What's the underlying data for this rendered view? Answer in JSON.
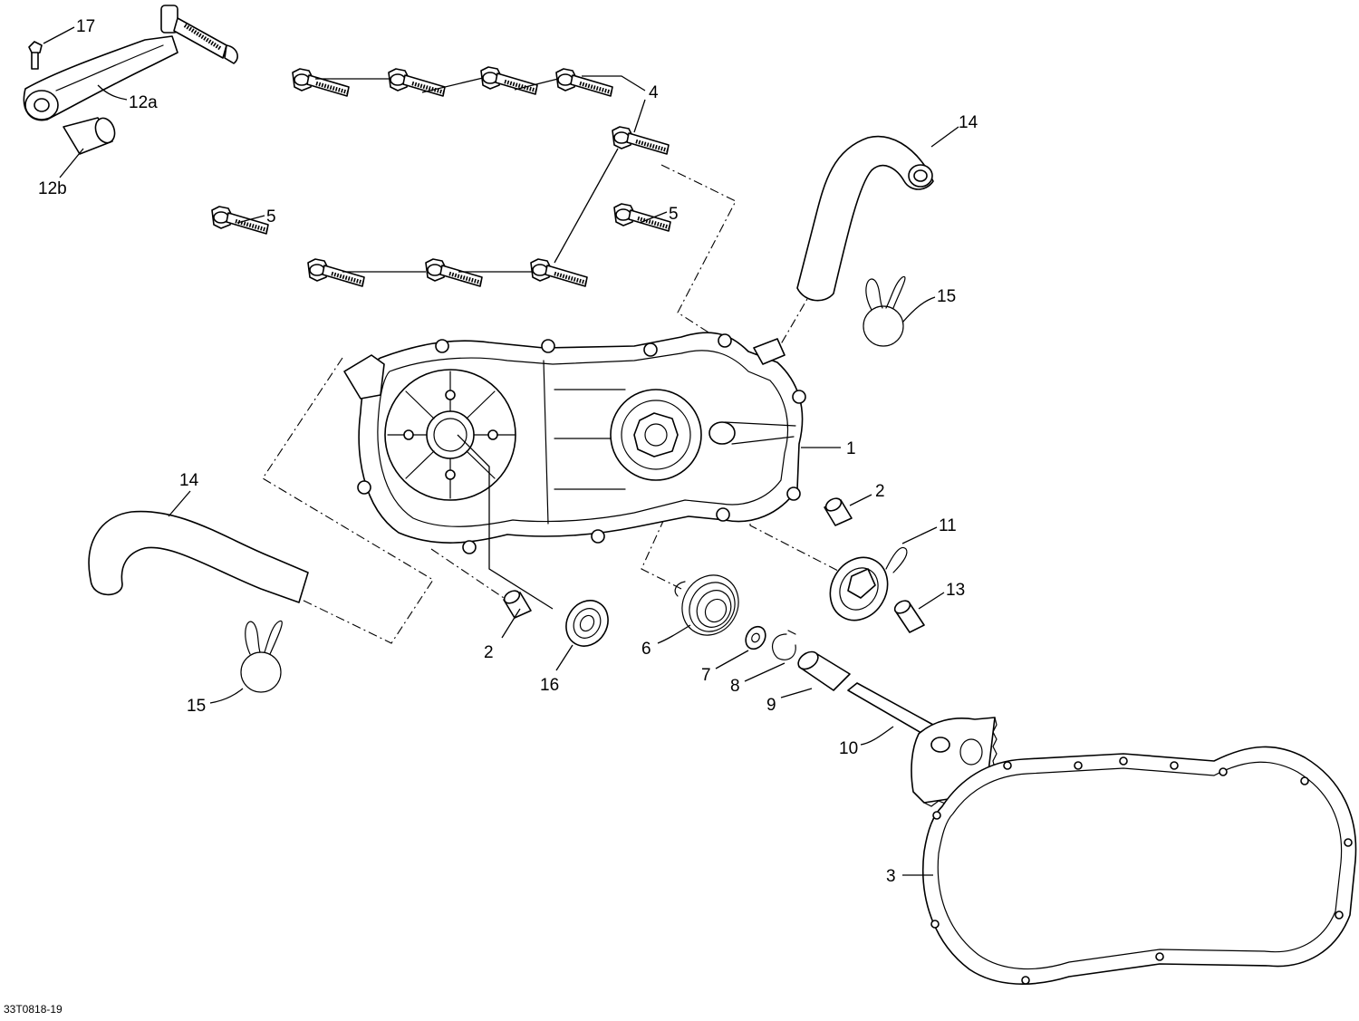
{
  "diagram": {
    "code": "33T0818-19",
    "callouts": {
      "c1": "1",
      "c2a": "2",
      "c2b": "2",
      "c3": "3",
      "c4": "4",
      "c5a": "5",
      "c5b": "5",
      "c6": "6",
      "c7": "7",
      "c8": "8",
      "c9": "9",
      "c10": "10",
      "c11": "11",
      "c12a": "12a",
      "c12b": "12b",
      "c13": "13",
      "c14a": "14",
      "c14b": "14",
      "c15a": "15",
      "c15b": "15",
      "c16": "16",
      "c17": "17"
    }
  }
}
